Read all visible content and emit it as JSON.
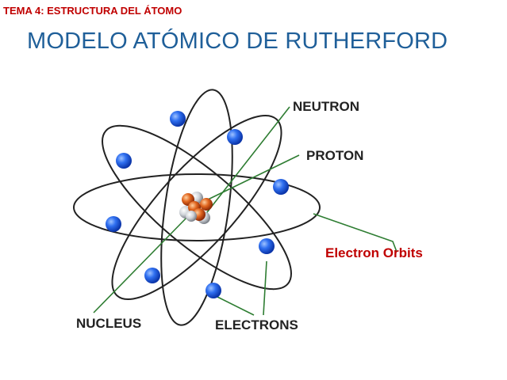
{
  "header": {
    "topic": "TEMA 4: ESTRUCTURA DEL ÁTOMO",
    "title": "MODELO ATÓMICO DE RUTHERFORD"
  },
  "diagram": {
    "labels": {
      "neutron": "NEUTRON",
      "proton": "PROTON",
      "electron_orbits": "Electron Orbits",
      "nucleus": "NUCLEUS",
      "electrons": "ELECTRONS"
    },
    "colors": {
      "topic": "#c00000",
      "title": "#1f5f99",
      "orbit": "#222222",
      "electron": "#1f5fe0",
      "proton": "#d9531e",
      "neutron": "#c8c8c8",
      "leader_line": "#2e7d32",
      "orbits_label": "#c00000",
      "label": "#222222"
    }
  }
}
